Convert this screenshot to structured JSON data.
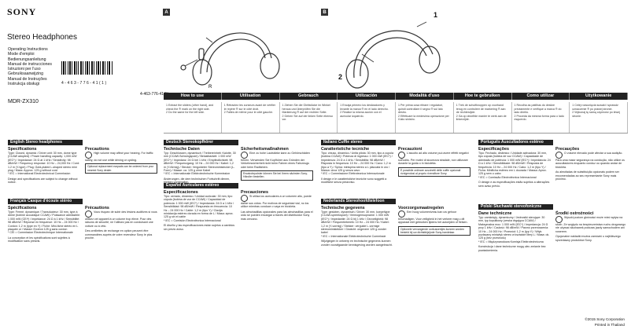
{
  "brand": "SONY",
  "product_title": "Stereo Headphones",
  "manual_languages": [
    "Operating Instructions",
    "Mode d'emploi",
    "Bedienungsanleitung",
    "Manual de instrucciones",
    "Istruzioni per l'uso",
    "Gebruiksaanwijzing",
    "Manual de Instruções",
    "Instrukcja obsługi"
  ],
  "barcode_text": "4-463-776-41(1)",
  "doc_code": "4-463-776-41(1)",
  "model": "MDR-ZX310",
  "panels": {
    "a": "A",
    "b": "B"
  },
  "callouts": {
    "one": "1",
    "two": "2"
  },
  "howto_headers": [
    "How to use",
    "Utilisation",
    "Gebrauch",
    "Utilización",
    "Modalità d'uso",
    "Hoe te gebruiken",
    "Como utilizar",
    "Użytkowanie"
  ],
  "howto_steps": [
    [
      "1 Extract the sliders (other hand), and check the ® mark on the right side.",
      "2 Do the same for the left side."
    ],
    [
      "1 Rétractez les curseurs avant de vérifier le repère ® sur le côté droit.",
      "2 Faites de même pour le côté gauche."
    ],
    [
      "1 Ziehen Sie die Gleitstücke im Winkel heraus und überprüfen Sie die Markierung ® auf der rechten Seite.",
      "2 Gehen Sie auf der linken Seite ebenso vor."
    ],
    [
      "1 Encaja primero los deslizadores y levante la marca ® en el lado derecho.",
      "2 Realice la misma acción con el auricular izquierdo."
    ],
    [
      "1 Per prima cosa ritirare i regolatori, quindi controllare il segno ® sul lato destro.",
      "2 Effettuare la medesima operazione per il lato sinistro."
    ],
    [
      "1 Trek de schuifknoppen op voorhand terug en controleer de markering ® aan de rechterzijde.",
      "2 Ga op dezelfde manier te werk aan de linkerzijde."
    ],
    [
      "1 Recolha as patilhas do deslize previamente e verifique a marca ® do lado direito.",
      "2 Proceda da mesma forma para o lado esquerdo."
    ],
    [
      "1 Celej rozsunięcia suwaki i sprawdź oznaczenie ® po prawej stronie.",
      "2 Wykonaj tę samą czynność po lewej stronie."
    ]
  ],
  "sections": {
    "en": {
      "lang": "English Stereo headphones",
      "spec_h": "Specifications",
      "spec": "Type: Closed, dynamic / Driver unit: 30 mm, dome type (CCAW adopted) / Power handling capacity: 1,000 mW (IEC*) / Impedance: 24 Ω at 1 kHz / Sensitivity: 98 dB/mW / Frequency response: 10 Hz – 24,000 Hz / Cord: 1.2 m (Y-type) / Plug: Gold-plated L-shaped stereo mini plug / Mass: Approx. 125 g without cord",
      "note": "* IEC = International Electrotechnical Commission",
      "design": "Design and specifications are subject to change without notice.",
      "prec_h": "Precautions",
      "prec": "High volume may affect your hearing. For traffic safety, do not use while driving or cycling.",
      "prec2": "Optional replacement earpads can be ordered from your nearest Sony dealer."
    },
    "fr": {
      "lang": "Français Casque d'écoute stéréo",
      "spec_h": "Spécifications",
      "spec": "Type: Fermé, dynamique / Transducteur: 30 mm, type à dôme (bobine acoustique CCAW) / Puissance admissible: 1 000 mW (CEI*) / Impédance: 24 Ω à 1 kHz / Sensibilité: 98 dB/mW / Réponse en fréquence: 10 Hz – 24 000 Hz / Cordon: 1,2 m (type en Y) / Fiche: Mini-fiche stéréo en L plaquée or / Masse: Environ 125 g sans cordon",
      "note": "* CEI = Commission Électrotechnique Internationale",
      "design": "La conception et les spécifications sont sujettes à modification sans préavis.",
      "prec_h": "Précautions",
      "prec": "Vous risquez de subir des lésions auditives si vous utilisez cet appareil à un volume trop élevé. Pour des raisons de sécurité, ne l'utilisez pas en conduisant une voiture ou à vélo.",
      "prec2": "Des oreillettes de rechange en option peuvent être commandées auprès de votre revendeur Sony le plus proche."
    },
    "de": {
      "lang": "Deutsch Stereokopfhörer",
      "spec_h": "Technische Daten",
      "spec": "Typ: Geschlossen, dynamisch / Treibereinheit: Kalotte, 30 mm (CCAW-Schwingspule) / Belastbarkeit: 1 000 mW (IEC*) / Impedanz: 24 Ω bei 1 kHz / Empfindlichkeit: 98 dB/mW / Frequenzgang: 10 Hz – 24 000 Hz / Kabel: 1,2 m (Y-förmig) / Stecker: Vergoldeter Stereoministecker (L-Form) / Masse: ca. 125 g ohne Kabel",
      "note": "* IEC = Internationale Elektrotechnische Kommission",
      "design": "Änderungen, die dem technischen Fortschritt dienen, bleiben vorbehalten.",
      "prec_h": "Sicherheitsmaßnahmen",
      "prec": "Eine zu hohe Lautstärke kann zu Gehörschäden führen. Verwenden Sie Kopfhörer aus Gründen der Verkehrssicherheit nicht beim Fahren eines Fahrzeugs oder beim Radfahren.",
      "prec2": "Ersatzohrpolster können Sie bei Ihrem nächsten Sony-Händler bestellen."
    },
    "es": {
      "lang": "Español Auriculares estéreo",
      "spec_h": "Especificaciones",
      "spec": "Tipo: cerrado, dinámico / Unidad auricular: 30 mm, tipo cúpula (bobina de voz de CCAW) / Capacidad de potencia: 1 000 mW (IEC*) / Impedancia: 24 Ω a 1 kHz / Sensibilidad: 98 dB/mW / Respuesta en frecuencia: 10 Hz – 24 000 Hz / Cable: 1,2 m (tipo Y) / Clavija: miniclavija estéreo dorada en forma de L / Masa: aprox. 125 g sin el cable",
      "note": "* IEC = Comisión Electrotécnica Internacional",
      "design": "El diseño y las especificaciones están sujetos a cambios sin previo aviso.",
      "prec_h": "Precauciones",
      "prec": "Si utiliza los auriculares a un volumen alto, puede dañar sus oídos. Por motivos de seguridad vial, no los utilice mientras conduce o vaya en bicicleta.",
      "prec2": "Las almohadillas opcionales para las almohadillas para el oído se pueden encargar a través del distribuidor Sony más cercano."
    },
    "it": {
      "lang": "Italiano Cuffie stereo",
      "spec_h": "Caratteristiche tecniche",
      "spec": "Tipo: chiuso, dinamico / Unità pilota: 30 mm, tipo a cupola (bobina CCAW) / Potenza di ingresso: 1 000 mW (IEC*) / Impedenza: 24 Ω a 1 kHz / Sensibilità: 98 dB/mW / Risposta in frequenza: 10 Hz – 24 000 Hz / Cavo: 1,2 m (tipo a Y) / Spina: minispina stereo a L placcata in oro / Massa: circa 125 g senza cavo",
      "note": "* IEC = Commissione Elettrotecnica Internazionale",
      "design": "Il design e le caratteristiche tecniche sono soggetti a modifiche senza preavviso.",
      "prec_h": "Precauzioni",
      "prec": "L'ascolto ad alto volume può avere effetti negativi sull'udito. Per motivi di sicurezza stradale, non utilizzare durante la guida o in bicicletta.",
      "prec2": "È possibile ordinare cuscinetti delle cuffie opzionali rivolgendosi al proprio rivenditore Sony."
    },
    "nl": {
      "lang": "Nederlands Stereohoofdtelefoon",
      "spec_h": "Technische gegevens",
      "spec": "Type: gesloten, dynamisch / Driver: 30 mm, koepeltype (CCAW-spreekspoel) / Vermogensopname: 1 000 mW (IEC*) / Impedantie: 24 Ω bij 1 kHz / Gevoeligheid: 98 dB/mW / Frequentiebereik: 10 Hz – 24 000 Hz / Kabel: 1,2 m (Y-vormig) / Stekker: vergulde L-vormige stereoministekker / Gewicht: ongeveer 125 g zonder kabel",
      "note": "* IEC = Internationale Elektrotechnische Commissie",
      "design": "Wijzigingen in ontwerp en technische gegevens kunnen zonder voorafgaande kennisgeving worden aangebracht.",
      "prec_h": "Voorzorgsmaatregelen",
      "prec": "Een hoog volumeniveau kan uw gehoor beschadigen. Voor veiligheid in het verkeer mag u dit apparaat niet gebruiken tijdens het autorijden of fietsen.",
      "prec2": "Optionele vervangende oorkussentjes kunnen worden besteld bij uw dichtstbijzijnde Sony-handelaar."
    },
    "pt": {
      "lang": "Português Auscultadores estéreo",
      "spec_h": "Especificações",
      "spec": "Tipo: Fechado, dinâmico / Unidade activadora: 30 mm, tipo cúpula (bobina de voz CCAW) / Capacidade de admissão de potência: 1 000 mW (IEC*) / Impedância: 24 Ω a 1 kHz / Sensibilidade: 98 dB/mW / Resposta de frequência: 10 Hz – 24 000 Hz / Cabo: 1,2 m (tipo Y) / Ficha: Minificha estéreo em L dourada / Massa: Aprox. 125 g sem o cabo",
      "note": "* IEC = Comissão Electrotécnica Internacional",
      "design": "O design e as especificações estão sujeitos a alterações sem aviso prévio.",
      "prec_h": "Precauções",
      "prec": "O volume elevado pode afectar a sua audição. Para uma maior segurança na condução, não utilize os auscultadores enquanto conduz ou quando andar de bicicleta.",
      "prec2": "As almofadas de substituição opcionais podem ser encomendadas ao seu representante Sony mais próximo."
    },
    "pl": {
      "lang": "Polski Słuchawki stereofoniczne",
      "spec_h": "Dane techniczne",
      "spec": "Typ: zamknięty, dynamiczny / Jednostki sterujące: 30 mm, typ kopułkowy (cewka drgająca CCAW) / Maksymalna moc: 1 000 mW (IEC*) / Impedancja: 24 Ω przy 1 kHz / Czułość: 98 dB/mW / Pasmo przenoszenia: 10 Hz – 24 000 Hz / Przewód: 1,2 m (typ Y) / Wtyk: pozłacany miniwtyk stereo w kształcie litery L / Masa: ok. 125 g (bez przewodu)",
      "note": "* IEC = Międzynarodowa Komisja Elektrotechniczna",
      "design": "Konstrukcja i dane techniczne mogą ulec zmianie bez powiadomienia.",
      "prec_h": "Środki ostrożności",
      "prec": "Wysoki poziom głośności może mieć wpływ na słuch. Ze względu na bezpieczeństwo ruchu drogowego nie używać słuchawek podczas jazdy samochodem ani rowerem.",
      "prec2": "Opcjonalne nakładki można zamówić u najbliższego sprzedawcy produktów Sony."
    }
  },
  "copyright": "©2015 Sony Corporation",
  "printed": "Printed in Thailand"
}
